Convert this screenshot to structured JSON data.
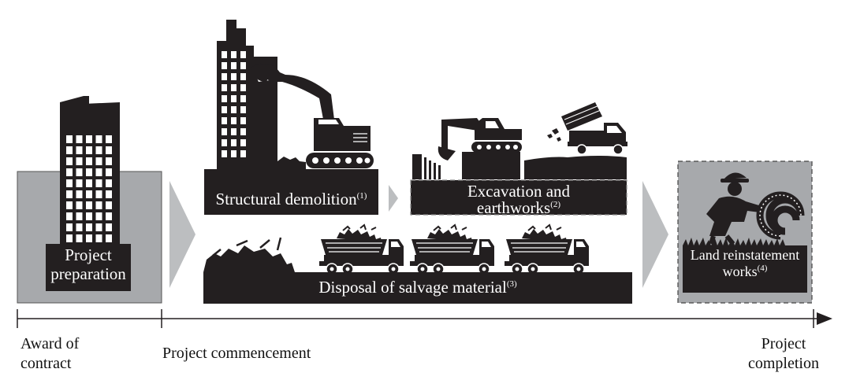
{
  "stages": {
    "preparation": {
      "label_line1": "Project",
      "label_line2": "preparation"
    },
    "demolition": {
      "label": "Structural demolition",
      "note": "(1)"
    },
    "excavation": {
      "label_line1": "Excavation and",
      "label_line2": "earthworks",
      "note": "(2)"
    },
    "disposal": {
      "label": "Disposal of salvage material",
      "note": "(3)"
    },
    "reinstatement": {
      "label_line1": "Land reinstatement",
      "label_line2": "works",
      "note": "(4)"
    }
  },
  "timeline": {
    "award": {
      "line1": "Award of",
      "line2": "contract"
    },
    "commencement": "Project commencement",
    "completion": {
      "line1": "Project",
      "line2": "completion"
    }
  },
  "colors": {
    "dark": "#231f20",
    "mid_gray": "#a7a9ac",
    "light_gray": "#bcbec0",
    "white": "#ffffff"
  },
  "icons": [
    "building-icon",
    "excavator-icon",
    "dump-truck-icon",
    "debris-pile-icon",
    "worker-icon",
    "turf-roll-icon"
  ]
}
